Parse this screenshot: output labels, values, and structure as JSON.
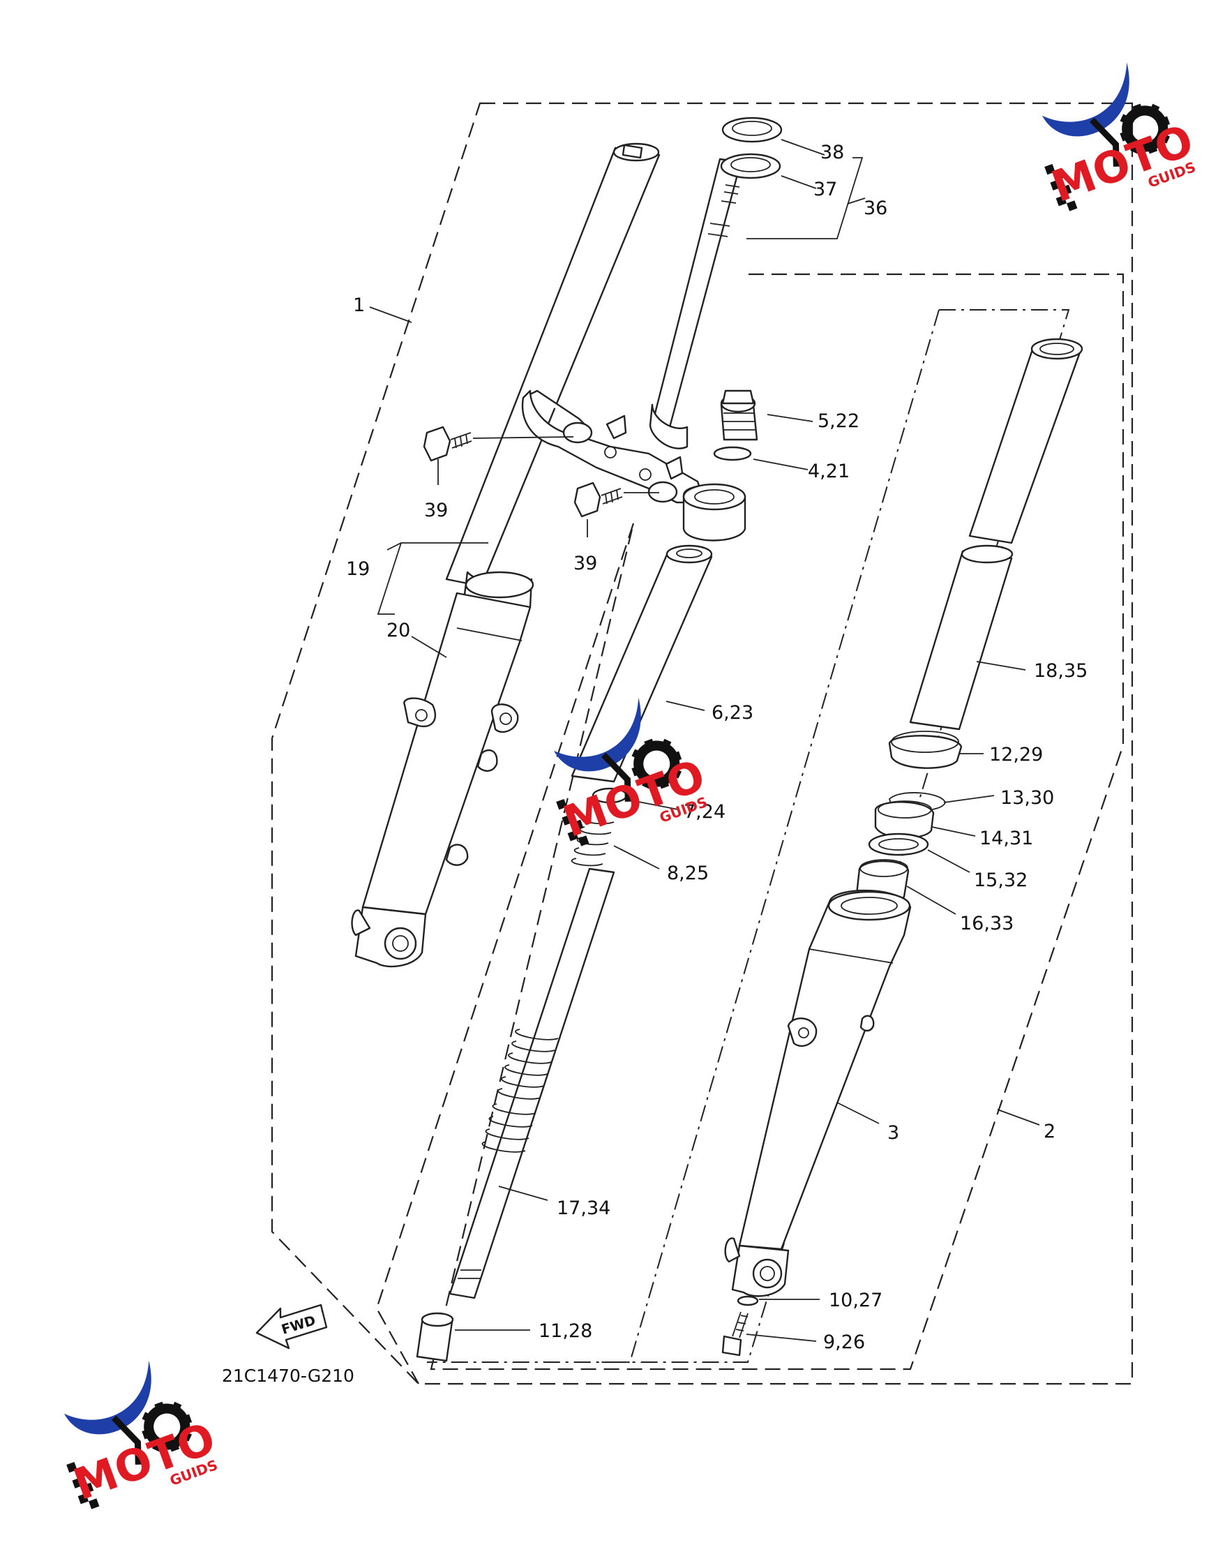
{
  "diagram": {
    "code": "21C1470-G210",
    "fwd_label": "FWD",
    "labels": [
      {
        "id": "38",
        "text": "38"
      },
      {
        "id": "37",
        "text": "37"
      },
      {
        "id": "36",
        "text": "36"
      },
      {
        "id": "1",
        "text": "1"
      },
      {
        "id": "5-22",
        "text": "5,22"
      },
      {
        "id": "4-21",
        "text": "4,21"
      },
      {
        "id": "39a",
        "text": "39"
      },
      {
        "id": "39b",
        "text": "39"
      },
      {
        "id": "19",
        "text": "19"
      },
      {
        "id": "20",
        "text": "20"
      },
      {
        "id": "18-35",
        "text": "18,35"
      },
      {
        "id": "6-23",
        "text": "6,23"
      },
      {
        "id": "12-29",
        "text": "12,29"
      },
      {
        "id": "13-30",
        "text": "13,30"
      },
      {
        "id": "7-24",
        "text": "7,24"
      },
      {
        "id": "14-31",
        "text": "14,31"
      },
      {
        "id": "8-25",
        "text": "8,25"
      },
      {
        "id": "15-32",
        "text": "15,32"
      },
      {
        "id": "16-33",
        "text": "16,33"
      },
      {
        "id": "3",
        "text": "3"
      },
      {
        "id": "2",
        "text": "2"
      },
      {
        "id": "17-34",
        "text": "17,34"
      },
      {
        "id": "10-27",
        "text": "10,27"
      },
      {
        "id": "11-28",
        "text": "11,28"
      },
      {
        "id": "9-26",
        "text": "9,26"
      }
    ]
  },
  "watermark": {
    "brand": "MOTO",
    "sub": "GUIDS",
    "colors": {
      "red": "#e01a22",
      "blue": "#1f3fa8",
      "black": "#111111"
    }
  }
}
